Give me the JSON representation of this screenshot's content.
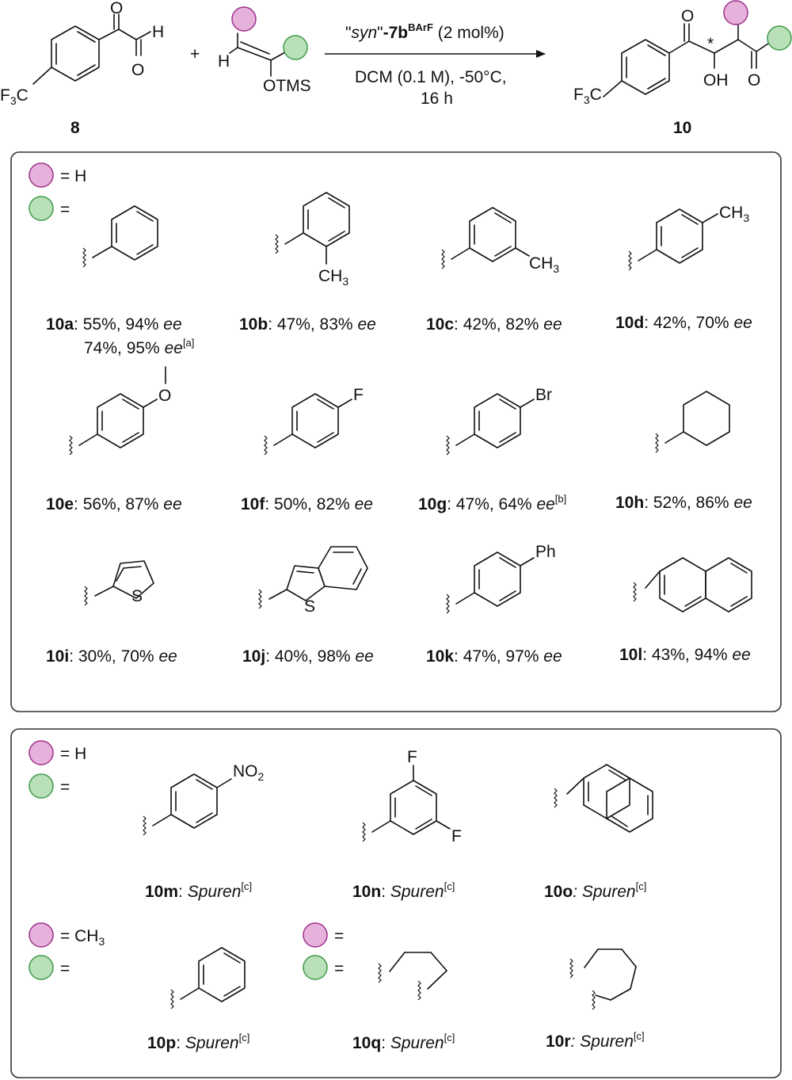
{
  "colors": {
    "pink": "#e6b2db",
    "pink_stroke": "#a0308c",
    "green": "#b9e0b9",
    "green_stroke": "#3f9a4a"
  },
  "header": {
    "reagent_8_number": "8",
    "product_10_number": "10",
    "f3c": "F3C",
    "h": "H",
    "o": "O",
    "otms": "OTMS",
    "oh": "OH",
    "plus": "+",
    "star": "*",
    "catalyst_quote_open": "\"",
    "catalyst_syn": "syn",
    "catalyst_quote_close": "\"",
    "catalyst_name": "-7b",
    "catalyst_sup": "BArF",
    "catalyst_loading": " (2 mol%)",
    "conditions_line1": "DCM (0.1 M), -50°C,",
    "conditions_line2": "16 h"
  },
  "legend": {
    "equals_h": "= H",
    "equals": "=",
    "equals_ch3": "= CH3"
  },
  "substituent_labels": {
    "ch3": "CH3",
    "f": "F",
    "br": "Br",
    "s": "S",
    "ph": "Ph",
    "o": "O",
    "no2": "NO2"
  },
  "box1": {
    "entries": [
      {
        "id": "10a",
        "yield": "55%, 94% ",
        "ee": "ee",
        "extra": "74%, 95% ",
        "extra_ee": "ee",
        "note": "[a]"
      },
      {
        "id": "10b",
        "yield": "47%, 83% ",
        "ee": "ee",
        "note": ""
      },
      {
        "id": "10c",
        "yield": "42%, 82% ",
        "ee": "ee",
        "note": ""
      },
      {
        "id": "10d",
        "yield": "42%, 70% ",
        "ee": "ee",
        "note": ""
      },
      {
        "id": "10e",
        "yield": "56%, 87% ",
        "ee": "ee",
        "note": ""
      },
      {
        "id": "10f",
        "yield": "50%, 82% ",
        "ee": "ee",
        "note": ""
      },
      {
        "id": "10g",
        "yield": "47%, 64% ",
        "ee": "ee",
        "note": "[b]"
      },
      {
        "id": "10h",
        "yield": "52%, 86% ",
        "ee": "ee",
        "note": ""
      },
      {
        "id": "10i",
        "yield": "30%, 70% ",
        "ee": "ee",
        "note": ""
      },
      {
        "id": "10j",
        "yield": "40%, 98% ",
        "ee": "ee",
        "note": ""
      },
      {
        "id": "10k",
        "yield": "47%, 97% ",
        "ee": "ee",
        "note": ""
      },
      {
        "id": "10l",
        "yield": "43%, 94% ",
        "ee": "ee",
        "note": ""
      }
    ]
  },
  "box2": {
    "separator": ": ",
    "trace": "Spuren",
    "note": "[c]",
    "entries": [
      {
        "id": "10m"
      },
      {
        "id": "10n"
      },
      {
        "id": "10o"
      },
      {
        "id": "10p"
      },
      {
        "id": "10q"
      },
      {
        "id": "10r"
      }
    ]
  }
}
